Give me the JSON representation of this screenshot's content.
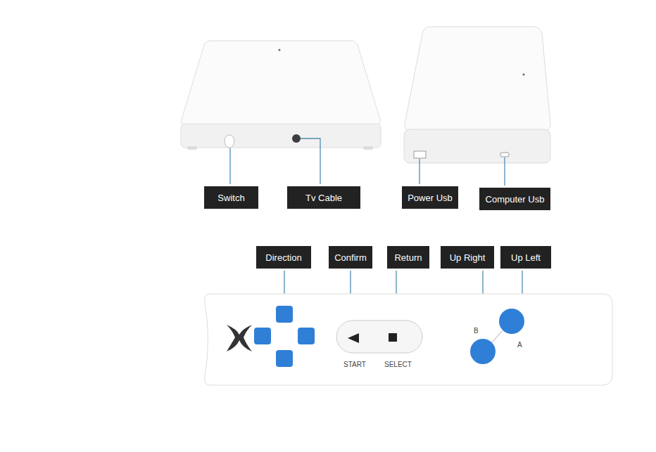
{
  "diagram": {
    "nodes": [
      {
        "text": [
          "Switch"
        ]
      },
      {
        "text": [
          "Tv Cable"
        ]
      },
      {
        "text": [
          "Power Usb"
        ]
      },
      {
        "text": [
          "Computer Usb"
        ]
      },
      {
        "text": [
          "Direction"
        ]
      },
      {
        "text": [
          "Confirm"
        ]
      },
      {
        "text": [
          "Return"
        ]
      },
      {
        "text": [
          "Up Right"
        ]
      },
      {
        "text": [
          "Up Left"
        ]
      }
    ],
    "labels": [
      "START",
      "SELECT",
      "B",
      "A"
    ]
  }
}
